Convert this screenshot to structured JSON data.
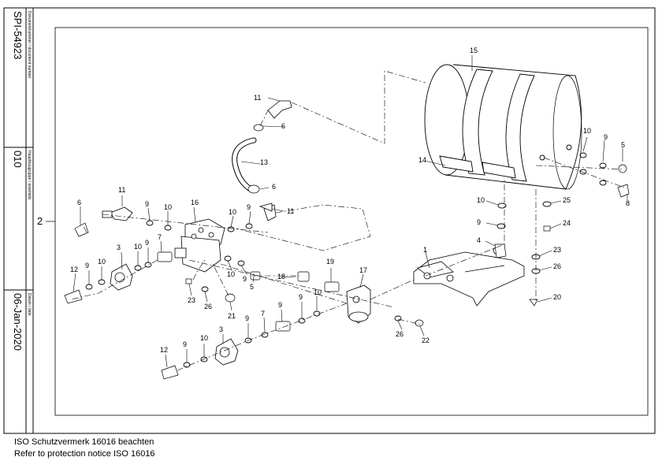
{
  "titleblock": {
    "docnum_label": "Dokumentnummer / document number",
    "docnum": "SPI-54923",
    "group_label": "Hauptbaugruppe / assembly",
    "group": "010",
    "date_label": "Datum / date",
    "date": "06-Jan-2020"
  },
  "view_label": "2",
  "callouts": [
    "1",
    "2",
    "3",
    "4",
    "5",
    "6",
    "7",
    "8",
    "9",
    "10",
    "11",
    "12",
    "13",
    "14",
    "15",
    "16",
    "17",
    "18",
    "19",
    "20",
    "21",
    "22",
    "23",
    "24",
    "25",
    "26"
  ],
  "footer": {
    "line1": "ISO Schutzvermerk 16016 beachten",
    "line2": "Refer to protection notice ISO 16016"
  }
}
